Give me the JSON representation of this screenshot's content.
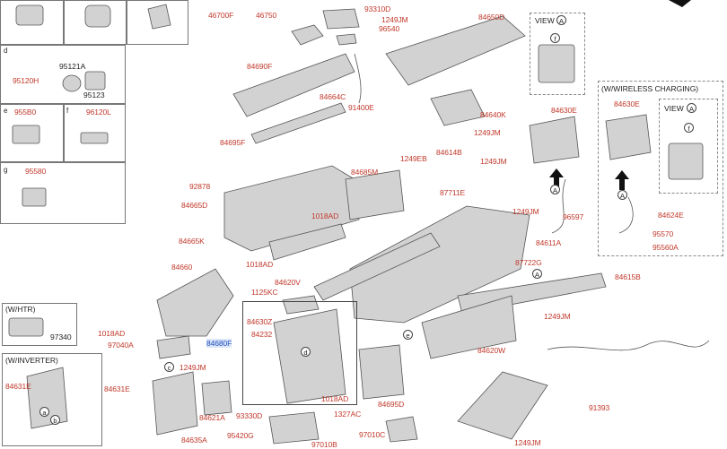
{
  "diagram": {
    "title": "Center console parts diagram",
    "left_panel": {
      "sections": [
        {
          "key": "d",
          "parts": [
            "95121A",
            "95120H",
            "95123"
          ]
        },
        {
          "key": "e",
          "parts": [
            "955B0"
          ]
        },
        {
          "key": "f",
          "parts": [
            "96120L"
          ]
        },
        {
          "key": "g",
          "parts": [
            "95580"
          ]
        }
      ]
    },
    "htr_box": {
      "title": "(W/HTR)",
      "parts": [
        "97340"
      ]
    },
    "inverter_box": {
      "title": "(W/INVERTER)",
      "parts": [
        "84631E"
      ],
      "circles": [
        "a",
        "b"
      ]
    },
    "view_a": {
      "title": "VIEW",
      "marker": "A",
      "circle": "f"
    },
    "wireless_box": {
      "title": "(W/WIRELESS CHARGING)",
      "view_title": "VIEW",
      "view_marker": "A",
      "view_circle": "f",
      "parts": [
        "84630E",
        "84624E",
        "95570",
        "95560A"
      ],
      "arrow_marker": "A"
    },
    "labels": {
      "p46700F": "46700F",
      "p46750": "46750",
      "p93310D": "93310D",
      "p1249JM_a": "1249JM",
      "p96540": "96540",
      "p84650D": "84650D",
      "p84690F": "84690F",
      "p84664C": "84664C",
      "p91400E": "91400E",
      "p84640K": "84640K",
      "p1249JM_b": "1249JM",
      "p84630E": "84630E",
      "p1249JM_c": "1249JM",
      "p84695F": "84695F",
      "p1249EB": "1249EB",
      "p84614B": "84614B",
      "p92878": "92878",
      "p84685M": "84685M",
      "p87711E": "87711E",
      "p84665D": "84665D",
      "p1018AD_a": "1018AD",
      "p1249JM_d": "1249JM",
      "p96597": "96597",
      "p84665K": "84665K",
      "p84611A": "84611A",
      "p1018AD_b": "1018AD",
      "p84660": "84660",
      "p87722G": "87722G",
      "p84620V": "84620V",
      "p84615B": "84615B",
      "p1125KC": "1125KC",
      "p84630Z": "84630Z",
      "p84232": "84232",
      "p84680F": "84680F",
      "p1249JM_e": "1249JM",
      "p1018AD_c": "1018AD",
      "p97040A": "97040A",
      "p84620W": "84620W",
      "p1249JM_f": "1249JM",
      "p84631E": "84631E",
      "p1018AD_d": "1018AD",
      "p84695D": "84695D",
      "p84621A": "84621A",
      "p93330D": "93330D",
      "p1327AC": "1327AC",
      "p91393": "91393",
      "p84635A": "84635A",
      "p95420G": "95420G",
      "p97010B": "97010B",
      "p97010C": "97010C",
      "p1249JM_g": "1249JM"
    },
    "circles": {
      "c": "c",
      "d": "d",
      "e": "e",
      "a": "A",
      "a2": "A"
    },
    "colors": {
      "label": "#c0392b",
      "highlight_text": "#1f4fbf",
      "highlight_bg": "#dde6f7",
      "part_fill": "#cfcfcf",
      "part_stroke": "#555555"
    }
  }
}
